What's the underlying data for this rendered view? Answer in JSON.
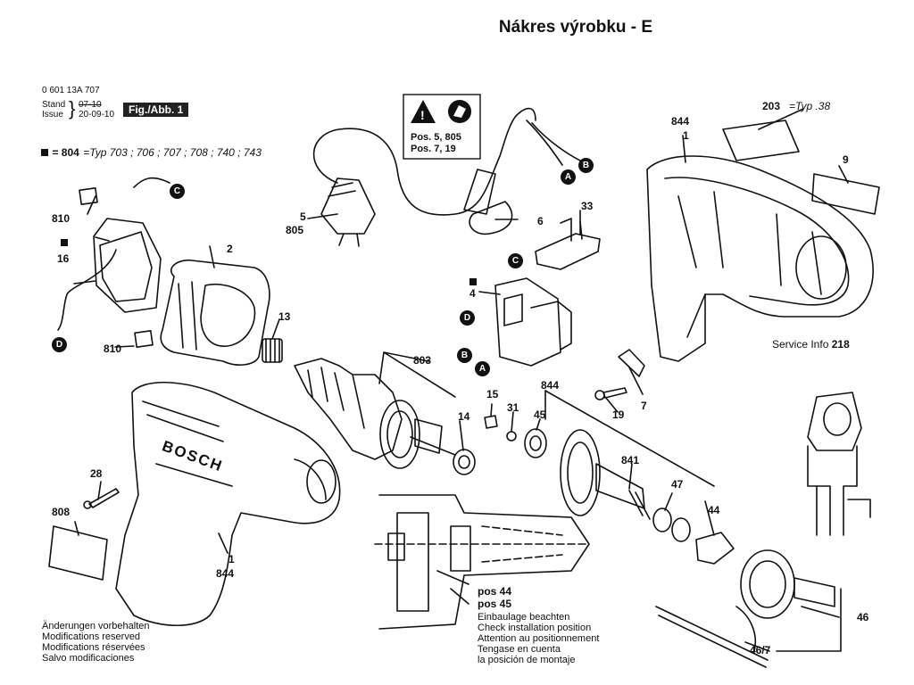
{
  "title": "Nákres výrobku - E",
  "header": {
    "part_number": "0 601 13A 707",
    "stand_label": "Stand",
    "stand_value": "07-10",
    "issue_label": "Issue",
    "issue_value": "20-09-10",
    "fig_label": "Fig./Abb. 1"
  },
  "typ_note": {
    "code": "= 804",
    "text": "=Typ 703 ; 706 ; 707 ; 708 ; 740 ; 743"
  },
  "warning_box": {
    "line1": "Pos. 5, 805",
    "line2": "Pos. 7, 19"
  },
  "callouts": {
    "p810a": "810",
    "p16": "16",
    "p2": "2",
    "p5": "5",
    "p805": "805",
    "p6": "6",
    "p33": "33",
    "p844_top": "844",
    "p1_top": "1",
    "p203": "203",
    "p203_typ": "=Typ .38",
    "p9": "9",
    "p13": "13",
    "p810b": "810",
    "p803": "803",
    "p4": "4",
    "p15": "15",
    "p31": "31",
    "p14": "14",
    "p844_mid": "844",
    "p45": "45",
    "p19": "19",
    "p7": "7",
    "service_info": "Service Info",
    "service_num": "218",
    "p28": "28",
    "p808": "808",
    "p1_bot": "1",
    "p844_bot": "844",
    "p841": "841",
    "p47": "47",
    "p44": "44",
    "p46": "46",
    "p467": "46/7",
    "pos44": "pos 44",
    "pos45": "pos 45"
  },
  "markers": {
    "a": "A",
    "b": "B",
    "c": "C",
    "d": "D"
  },
  "install_notes": [
    "Einbaulage beachten",
    "Check installation position",
    "Attention au positionnement",
    "Tengase en cuenta",
    "la posición de montaje"
  ],
  "footer_notes": [
    "Änderungen vorbehalten",
    "Modifications reserved",
    "Modifications réservées",
    "Salvo modificaciones"
  ],
  "brand": "BOSCH"
}
